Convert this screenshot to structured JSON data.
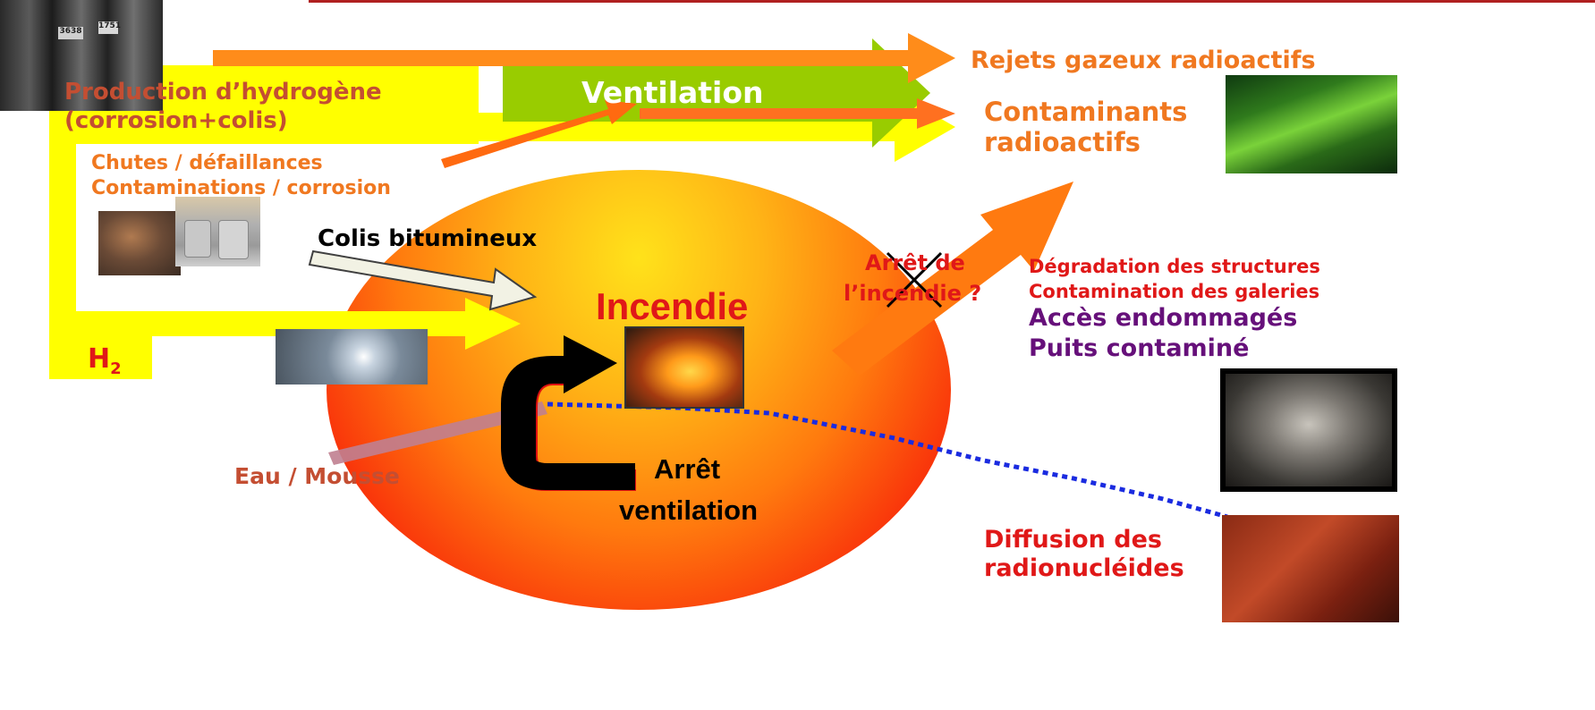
{
  "labels": {
    "rejets": "Rejets gazeux radioactifs",
    "production_line1": "Production d’hydrogène",
    "production_line2": "(corrosion+colis)",
    "ventilation": "Ventilation",
    "contaminants_line1": "Contaminants",
    "contaminants_line2": "radioactifs",
    "chutes_line1": "Chutes / défaillances",
    "chutes_line2": "Contaminations / corrosion",
    "colis": "Colis bitumineux",
    "arret_incendie_line1": "Arrêt de",
    "arret_incendie_line2": "l’incendie ?",
    "degradation": "Dégradation des structures",
    "contamination_galeries": "Contamination des galeries",
    "acces": "Accès endommagés",
    "puits": "Puits contaminé",
    "incendie": "Incendie",
    "h2_main": "H",
    "h2_sub": "2",
    "eau": "Eau / Mousse",
    "arret_ventilation_line1": "Arrêt",
    "arret_ventilation_line2": "ventilation",
    "diffusion_line1": "Diffusion des",
    "diffusion_line2": "radionucléides"
  },
  "photos": {
    "drums_top": "stored waste drums",
    "drums_rusty": "corroded drums",
    "drums_lifted": "drums lifted by crane",
    "sparks": "electrical sparks",
    "fire": "fire in tunnel",
    "river": "green river landscape",
    "tunnel": "damaged tunnel",
    "tunnel_red": "tunnel with red light"
  },
  "colors": {
    "orange_text": "#F07820",
    "red_text": "#E01818",
    "brick_text": "#C44E32",
    "purple_text": "#66107A",
    "yellow_panel": "#FFFF00",
    "green_arrow": "#99CC00",
    "orange_arrow": "#FF8C1A",
    "blue_dots": "#1A2BE0"
  }
}
